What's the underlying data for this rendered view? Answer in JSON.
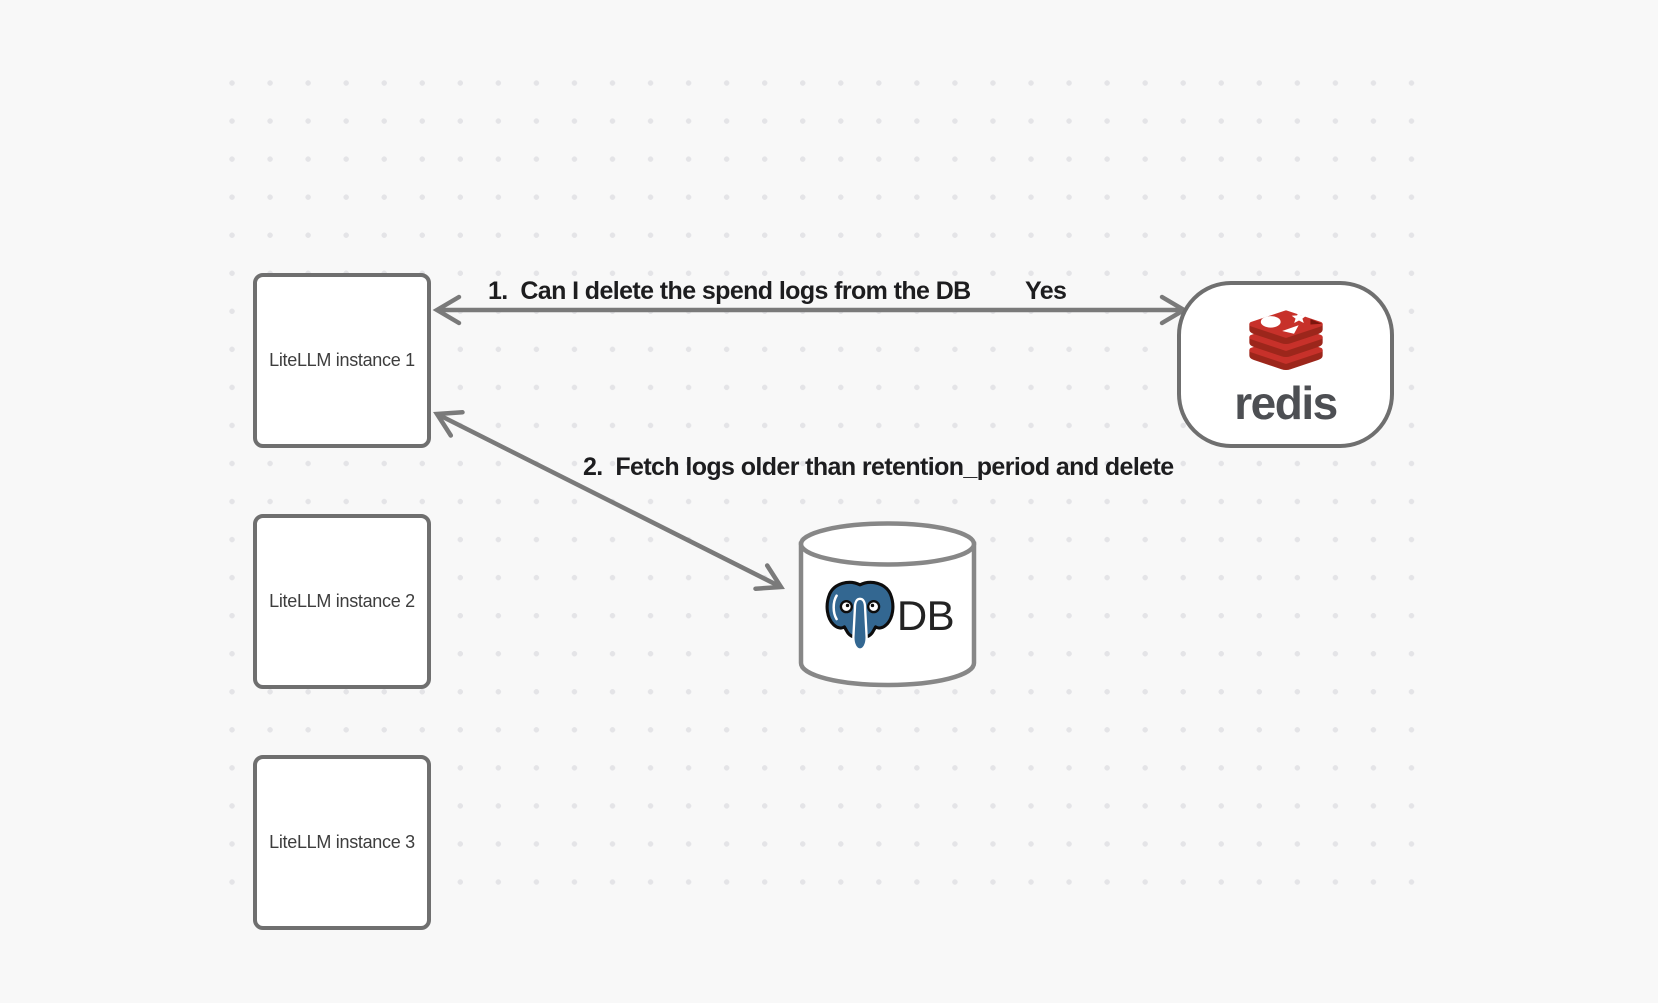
{
  "canvas": {
    "background_color": "#f8f8f8",
    "dot_color": "#e4e4e7"
  },
  "instances": [
    {
      "label": "LiteLLM instance 1"
    },
    {
      "label": "LiteLLM instance 2"
    },
    {
      "label": "LiteLLM instance 3"
    }
  ],
  "redis": {
    "wordmark": "redis",
    "logo_red": "#c7312a",
    "logo_red_dark": "#9c261b",
    "text_color": "#4d4f53"
  },
  "database": {
    "label": "DB",
    "postgres_blue": "#336791"
  },
  "arrows": [
    {
      "label": "1.  Can I delete the spend logs from the DB",
      "response": "Yes"
    },
    {
      "label": "2.  Fetch logs older than retention_period and delete"
    }
  ],
  "stroke_color": "#7a7a7a"
}
